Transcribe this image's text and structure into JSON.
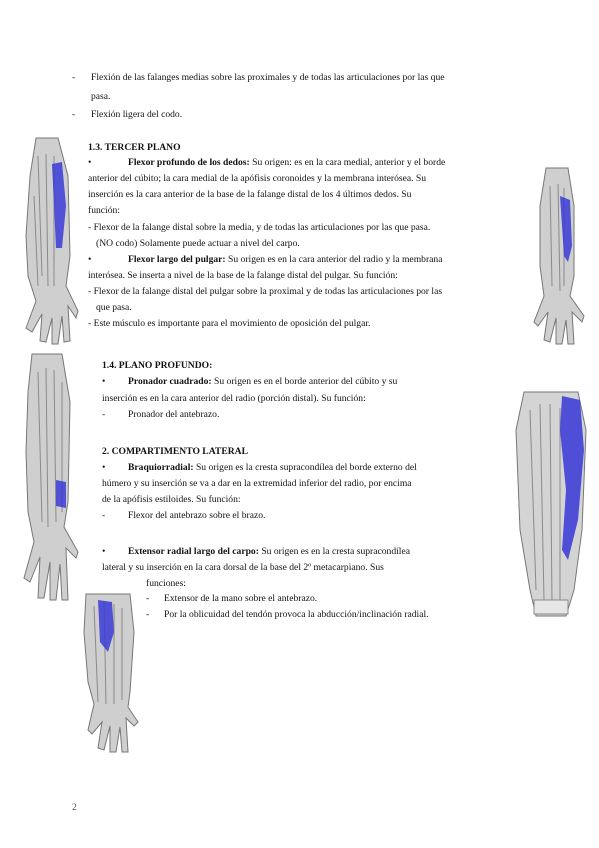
{
  "intro": {
    "line1": "Flexión de las falanges medias sobre las proximales y de todas las articulaciones por las que",
    "line1b": "pasa.",
    "line2": "Flexión ligera del codo."
  },
  "tercer": {
    "heading": "1.3.  TERCER PLANO",
    "b1_title": "Flexor profundo de los dedos:",
    "b1_l1": " Su origen: es en la cara medial, anterior y el borde",
    "b1_l2": "anterior del cúbito; la cara medial de la apófisis coronoides y la membrana interósea. Su",
    "b1_l3": "inserción es la cara anterior de la base de la falange distal de los 4 últimos dedos. Su",
    "b1_l4": "función:",
    "b1_f1": "- Flexor de la falange distal sobre la media, y de todas las articulaciones por las que pasa.",
    "b1_f2": "(NO codo) Solamente puede actuar a nivel del carpo.",
    "b2_title": "Flexor largo del pulgar:",
    "b2_l1": " Su origen es en la cara anterior del radio y la membrana",
    "b2_l2": "interósea. Se inserta a nivel de la base de la falange distal del pulgar. Su función:",
    "b2_f1": "- Flexor de la falange distal del pulgar sobre la proximal y de todas las articulaciones por las",
    "b2_f1b": "que pasa.",
    "b2_f2": "- Este músculo es importante para el movimiento de oposición del pulgar."
  },
  "profundo": {
    "heading": "1.4.  PLANO PROFUNDO:",
    "title": "Pronador cuadrado:",
    "l1": " Su origen es en el borde anterior del cúbito y su",
    "l2": "inserción es en la cara anterior del radio (porción distal). Su función:",
    "f1": "Pronador del antebrazo."
  },
  "lateral": {
    "heading": "2.      COMPARTIMENTO LATERAL",
    "title": "Braquiorradial:",
    "l1": " Su origen es la cresta supracondílea del borde externo del",
    "l2": "húmero y su inserción se va a dar en la extremidad inferior del radio, por encima",
    "l3": "de la apófisis estiloides. Su función:",
    "f1": "Flexor del antebrazo sobre el brazo."
  },
  "extensor": {
    "title": "Extensor radial largo del carpo:",
    "l1": " Su origen es en la cresta supracondílea",
    "l2": "lateral y su inserción en la cara dorsal de la base del 2º metacarpiano. Sus",
    "l3": "funciones:",
    "f1": "Extensor de la mano sobre el antebrazo.",
    "f2": "Por la oblicuidad del tendón provoca la abducción/inclinación radial."
  },
  "markers": {
    "bullet": "•",
    "dash": "-"
  },
  "page_number": "2",
  "colors": {
    "muscle_highlight": "#3b3bd6",
    "muscle_gray": "#9a9a9a"
  },
  "figures": [
    "forearm-flexor-profundus-figure",
    "forearm-flexor-pollicis-figure",
    "forearm-pronator-figure",
    "forearm-brachioradialis-figure",
    "forearm-extensor-carpi-figure"
  ]
}
